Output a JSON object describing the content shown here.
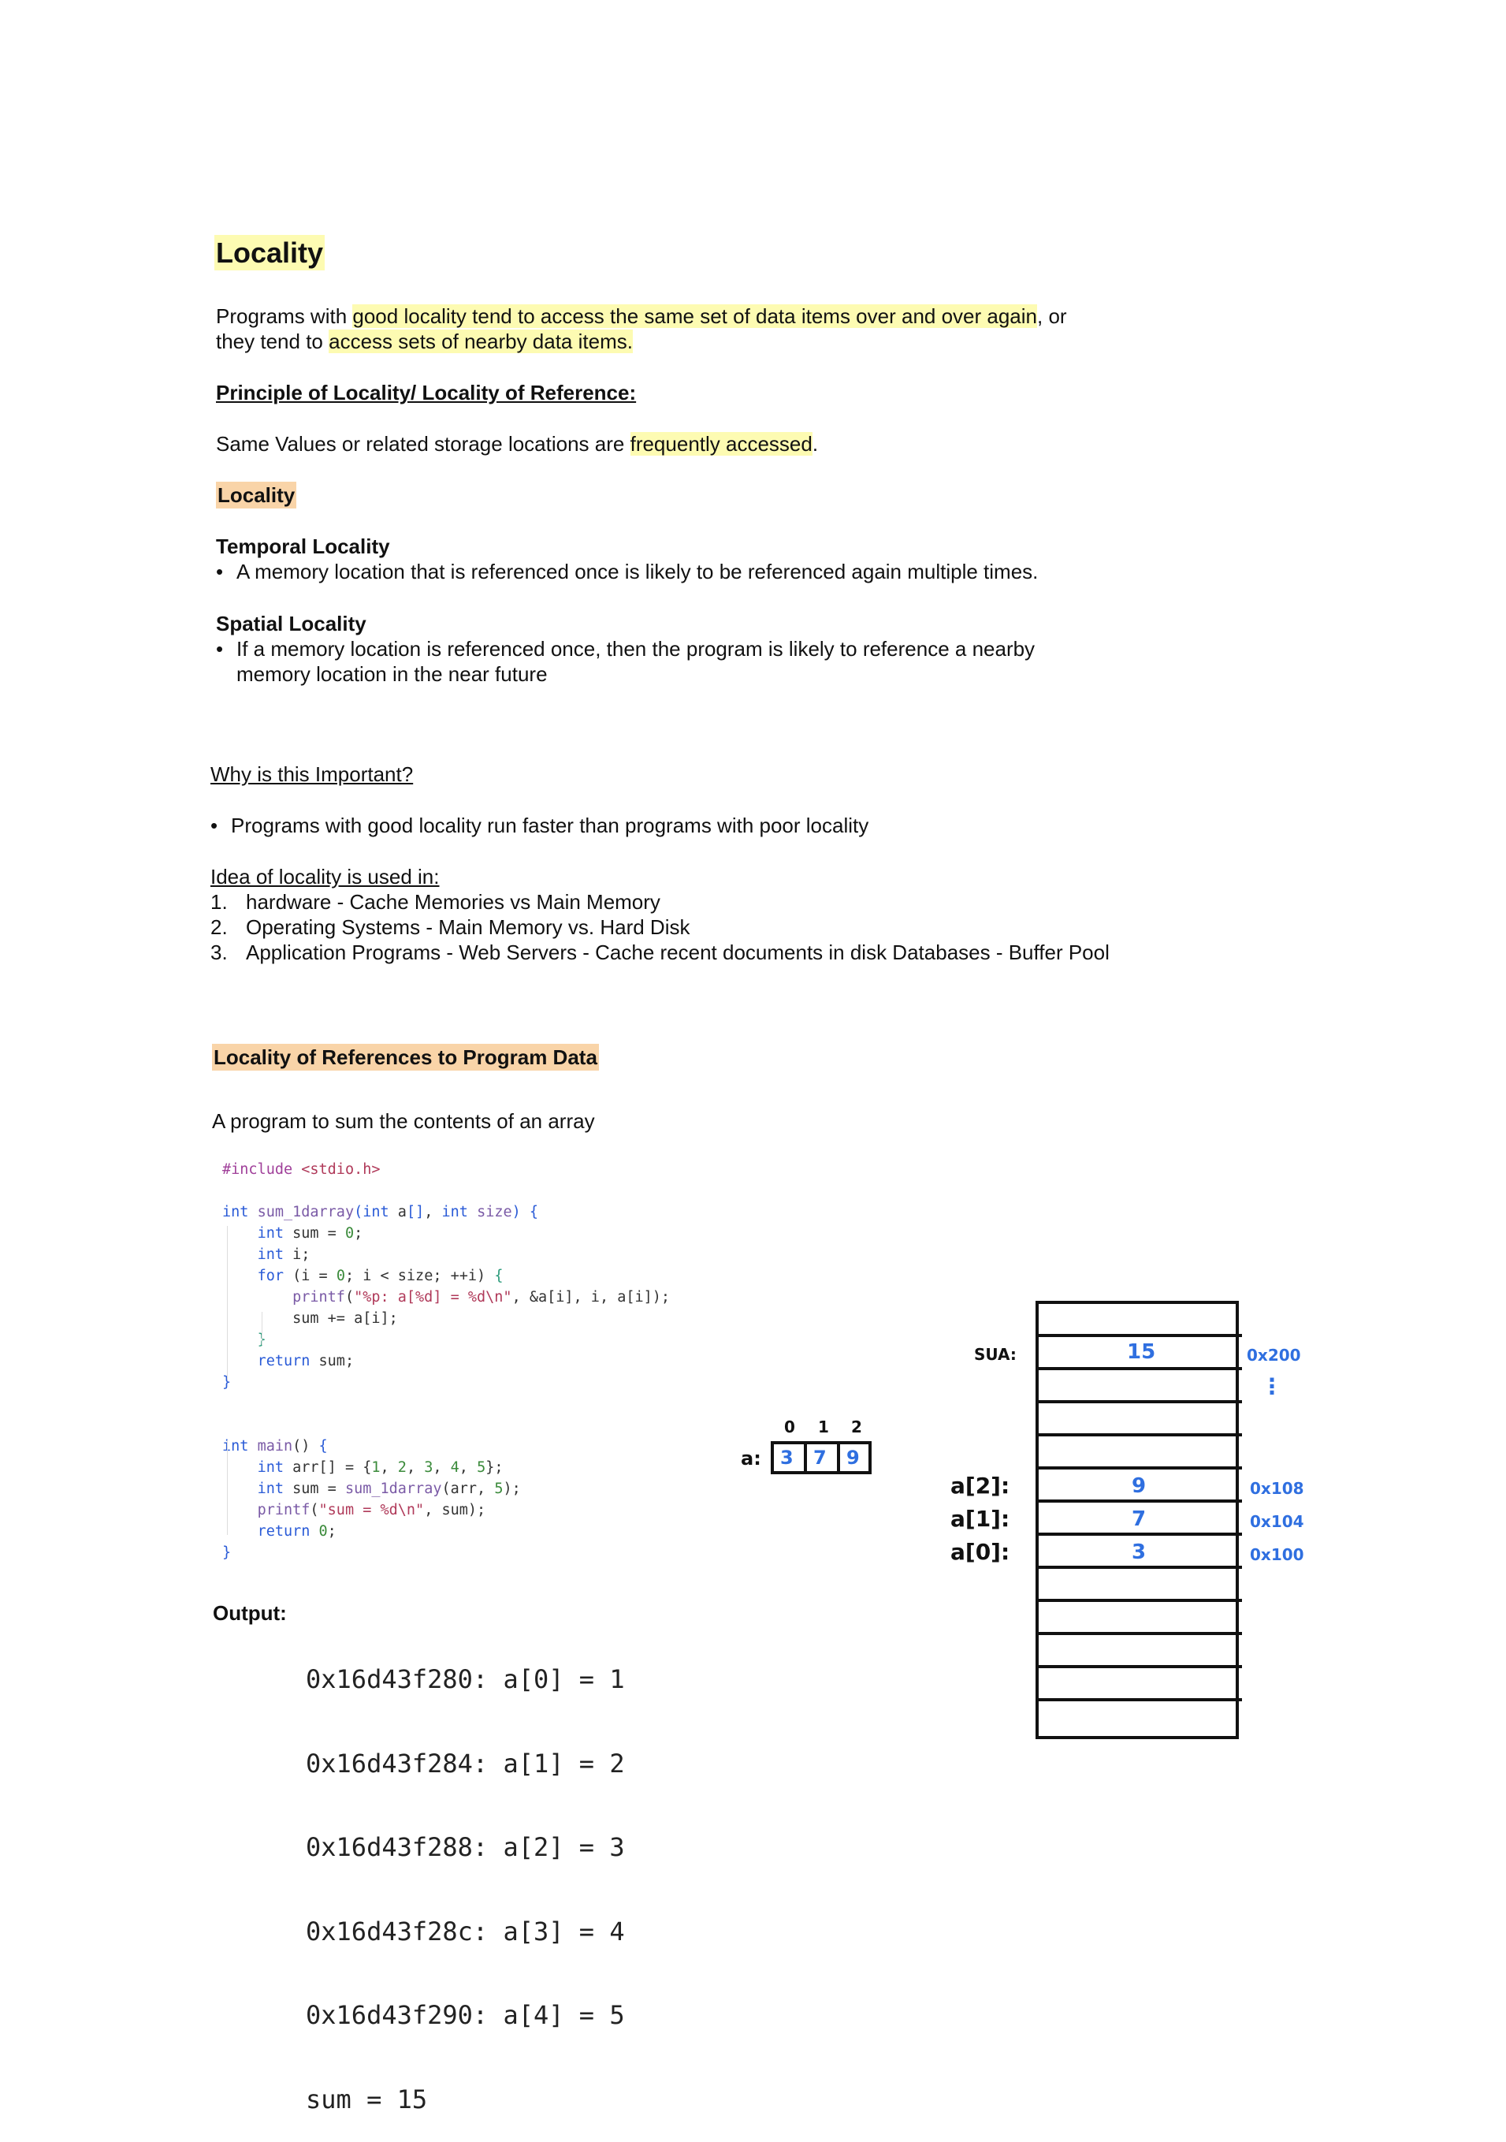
{
  "title": "Locality",
  "intro": {
    "part1": "Programs with ",
    "hl1": "good locality tend to access the same set of data items over and over again",
    "part2": ", or",
    "part3": "they tend to ",
    "hl2": "access sets of nearby data items."
  },
  "principle": {
    "heading": "Principle of Locality/ Locality of Reference:",
    "text": "Same Values or related storage locations are ",
    "hl": "frequently accessed",
    "end": "."
  },
  "locality_heading": "Locality",
  "temporal": {
    "heading": "Temporal Locality",
    "bullet": "A memory location that is referenced once is likely to be referenced again multiple times."
  },
  "spatial": {
    "heading": "Spatial Locality",
    "bullet_line1": "If a memory location is referenced once, then the program is likely to reference a nearby",
    "bullet_line2": "memory location in the near future"
  },
  "why": {
    "heading": "Why is this Important?",
    "bullet": "Programs with good locality run faster than programs with poor locality"
  },
  "idea": {
    "heading": "Idea of locality is used in:",
    "items": [
      {
        "num": "1.",
        "text": "hardware - Cache Memories vs Main Memory"
      },
      {
        "num": "2.",
        "text": "Operating Systems - Main Memory vs. Hard Disk"
      },
      {
        "num": "3.",
        "text": "Application Programs - Web Servers - Cache recent documents in disk Databases - Buffer Pool"
      }
    ]
  },
  "section2": {
    "heading": "Locality of References to Program Data",
    "subtitle": "A program to sum the contents of an array"
  },
  "output": {
    "label": "Output:",
    "lines": [
      "0x16d43f280: a[0] = 1",
      "0x16d43f284: a[1] = 2",
      "0x16d43f288: a[2] = 3",
      "0x16d43f28c: a[3] = 4",
      "0x16d43f290: a[4] = 5",
      "sum = 15"
    ]
  },
  "array_diagram": {
    "label": "a:",
    "indices": [
      "0",
      "1",
      "2"
    ],
    "values": [
      "3",
      "7",
      "9"
    ]
  },
  "memory_diagram": {
    "labels": {
      "sum": "SUA:",
      "a2": "a[2]:",
      "a1": "a[1]:",
      "a0": "a[0]:"
    },
    "values": {
      "sum": "15",
      "a2": "9",
      "a1": "7",
      "a0": "3"
    },
    "addresses": {
      "sum": "0x200",
      "dots": "⋮",
      "a2": "0x108",
      "a1": "0x104",
      "a0": "0x100"
    }
  }
}
